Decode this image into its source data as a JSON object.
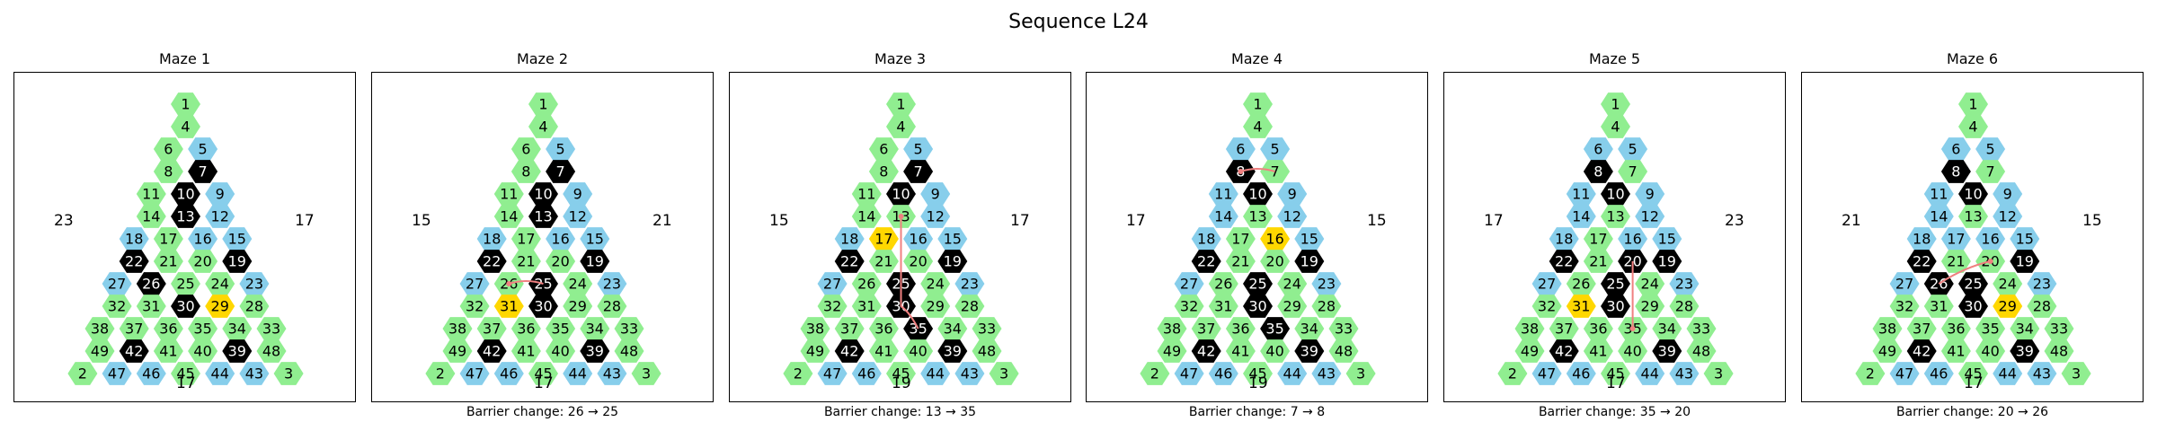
{
  "suptitle": "Sequence L24",
  "colors": {
    "green": "#90EE90",
    "blue": "#87CEEB",
    "black": "#000000",
    "yellow": "#FFD700",
    "path": "#F08080"
  },
  "base_cells": {
    "1": "green",
    "4": "green",
    "6": "green",
    "5": "blue",
    "8": "green",
    "7": "black",
    "11": "green",
    "10": "black",
    "9": "blue",
    "14": "green",
    "13": "black",
    "12": "blue",
    "18": "blue",
    "17": "green",
    "16": "blue",
    "15": "blue",
    "22": "black",
    "21": "green",
    "20": "green",
    "19": "black",
    "27": "blue",
    "26": "black",
    "25": "green",
    "24": "green",
    "23": "blue",
    "32": "green",
    "31": "green",
    "30": "black",
    "29": "yellow",
    "28": "green",
    "38": "green",
    "37": "green",
    "36": "green",
    "35": "green",
    "34": "green",
    "33": "green",
    "49": "green",
    "42": "black",
    "41": "green",
    "40": "green",
    "39": "black",
    "48": "green",
    "2": "green",
    "47": "blue",
    "46": "blue",
    "45": "green",
    "44": "blue",
    "43": "blue",
    "3": "green"
  },
  "panels": [
    {
      "title": "Maze 1",
      "left": "23",
      "right": "17",
      "bottom": "17",
      "caption": "",
      "overrides": {},
      "path": []
    },
    {
      "title": "Maze 2",
      "left": "15",
      "right": "21",
      "bottom": "17",
      "caption": "Barrier change: 26 → 25",
      "overrides": {
        "26": "green",
        "25": "black",
        "29": "green",
        "31": "yellow"
      },
      "path": [
        "26",
        "25"
      ]
    },
    {
      "title": "Maze 3",
      "left": "15",
      "right": "17",
      "bottom": "19",
      "caption": "Barrier change: 13 → 35",
      "overrides": {
        "26": "green",
        "25": "black",
        "13": "green",
        "35": "black",
        "29": "green",
        "17": "yellow"
      },
      "path": [
        "13",
        "25",
        "30",
        "35"
      ]
    },
    {
      "title": "Maze 4",
      "left": "17",
      "right": "15",
      "bottom": "19",
      "caption": "Barrier change: 7 → 8",
      "overrides": {
        "26": "green",
        "25": "black",
        "13": "green",
        "35": "black",
        "7": "green",
        "8": "black",
        "6": "blue",
        "11": "blue",
        "14": "blue",
        "29": "green",
        "16": "yellow"
      },
      "path": [
        "8",
        "7"
      ]
    },
    {
      "title": "Maze 5",
      "left": "17",
      "right": "23",
      "bottom": "17",
      "caption": "Barrier change: 35 → 20",
      "overrides": {
        "26": "green",
        "25": "black",
        "13": "green",
        "7": "green",
        "8": "black",
        "6": "blue",
        "11": "blue",
        "14": "blue",
        "20": "black",
        "29": "green",
        "31": "yellow"
      },
      "path": [
        "35",
        "20"
      ]
    },
    {
      "title": "Maze 6",
      "left": "21",
      "right": "15",
      "bottom": "17",
      "caption": "Barrier change: 20 → 26",
      "overrides": {
        "25": "black",
        "13": "green",
        "7": "green",
        "8": "black",
        "6": "blue",
        "11": "blue",
        "14": "blue",
        "17": "blue",
        "26": "black"
      },
      "path": [
        "20",
        "26"
      ]
    }
  ]
}
